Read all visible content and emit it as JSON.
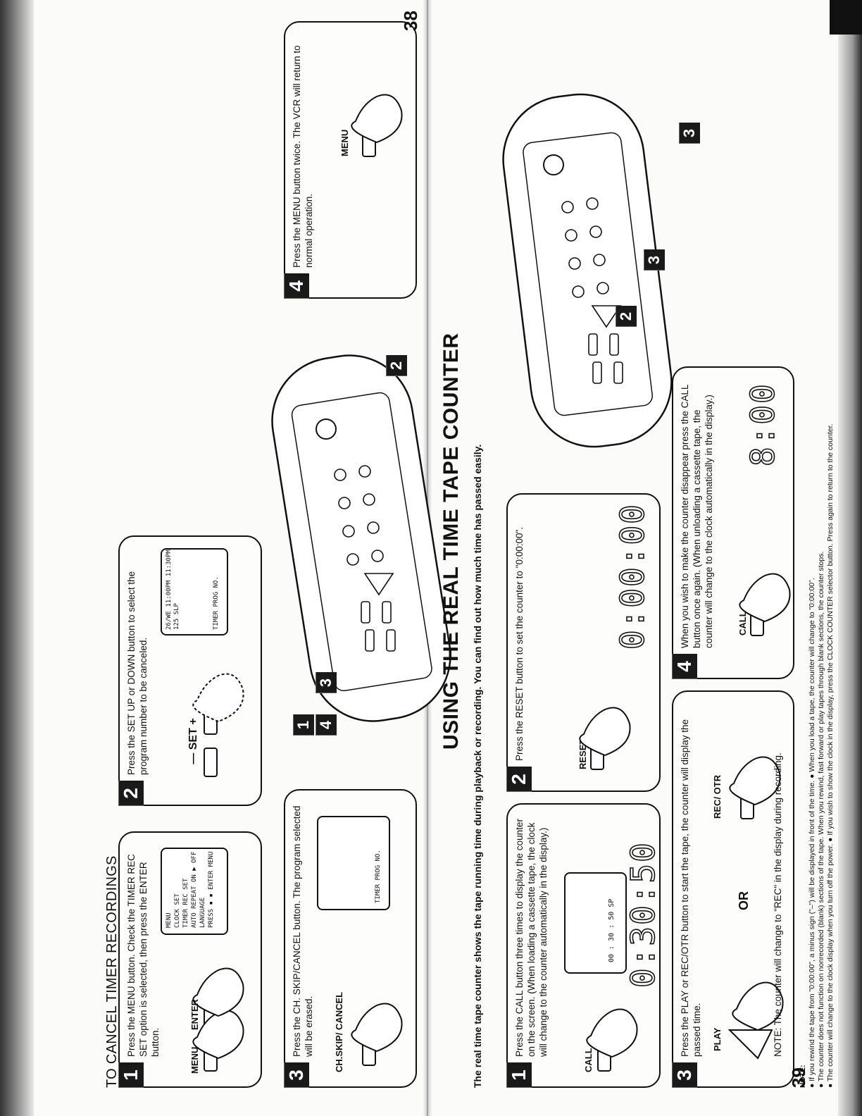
{
  "page38": {
    "title": "TO CANCEL TIMER RECORDINGS",
    "page_number": "38",
    "callouts": [
      "2",
      "1",
      "4",
      "3"
    ],
    "step1": {
      "number": "1",
      "text": "Press the MENU button. Check the TIMER REC SET option is selected, then press the ENTER button.",
      "btn1": "MENU",
      "btn2": "ENTER",
      "osd": [
        "MENU",
        "CLOCK SET",
        "TIMER REC SET",
        "AUTO REPEAT  ON ▶ OFF",
        "LANGUAGE",
        "PRESS ▪ ▪ ENTER MENU"
      ]
    },
    "step2": {
      "number": "2",
      "text": "Press the SET UP or DOWN button to select the program number to be canceled.",
      "btn": "— SET +",
      "osd": [
        "26/WE 11:00PM 11:30PM 125 SLP",
        "TIMER PROG NO."
      ]
    },
    "step3": {
      "number": "3",
      "text": "Press the CH. SKIP/CANCEL button. The program selected will be erased.",
      "btn": "CH.SKIP/ CANCEL",
      "osd": "TIMER PROG NO."
    },
    "step4": {
      "number": "4",
      "text": "Press the MENU button twice. The VCR will return to normal operation.",
      "btn": "MENU"
    }
  },
  "page39": {
    "title": "USING THE REAL TIME TAPE COUNTER",
    "page_number": "39",
    "intro": "The real time tape counter shows the tape running time during playback or recording. You can find out how much time has passed easily.",
    "callouts": [
      "2",
      "3",
      "1",
      "4",
      "3"
    ],
    "step1": {
      "number": "1",
      "text": "Press the CALL button three times to display the counter on the screen. (When loading a cassette tape, the clock will change to the counter automatically in the display.)",
      "btn": "CALL",
      "osd": "00 : 30 : 50  SP",
      "lcd": "0:30:50"
    },
    "step2": {
      "number": "2",
      "text": "Press the RESET button to set the counter to \"0:00:00\".",
      "btn": "RESET",
      "lcd": "0:00:00"
    },
    "step3": {
      "number": "3",
      "text": "Press the PLAY or REC/OTR button to start the tape, the counter will display the passed time.",
      "btn1": "PLAY",
      "or": "OR",
      "btn2": "REC/ OTR",
      "note": "NOTE: The counter will change to \"REC\" in the display during recording."
    },
    "step4": {
      "number": "4",
      "text": "When you wish to make the counter disappear press the CALL button once again. (When unloading a cassette tape, the counter will change to the clock automatically in the display.)",
      "btn": "CALL",
      "lcd": "8:00"
    },
    "notes": {
      "heading": "NOTE:",
      "items": [
        "● If you rewind the tape from \"0:00:00\", a minus sign (\"–\") will be displayed in front of the time.  ● When you load a tape, the counter will change to \"0:00:00\".",
        "● The counter does not function on nonrecorded (blank) sections of the tape. When you rewind, fast forward or play tapes through blank sections, the counter stops.",
        "● The counter will change to the clock display when you turn off the power.  ● If you wish to show the clock in the display, press the CLOCK COUNTER selector button. Press again to return to the counter."
      ]
    }
  }
}
